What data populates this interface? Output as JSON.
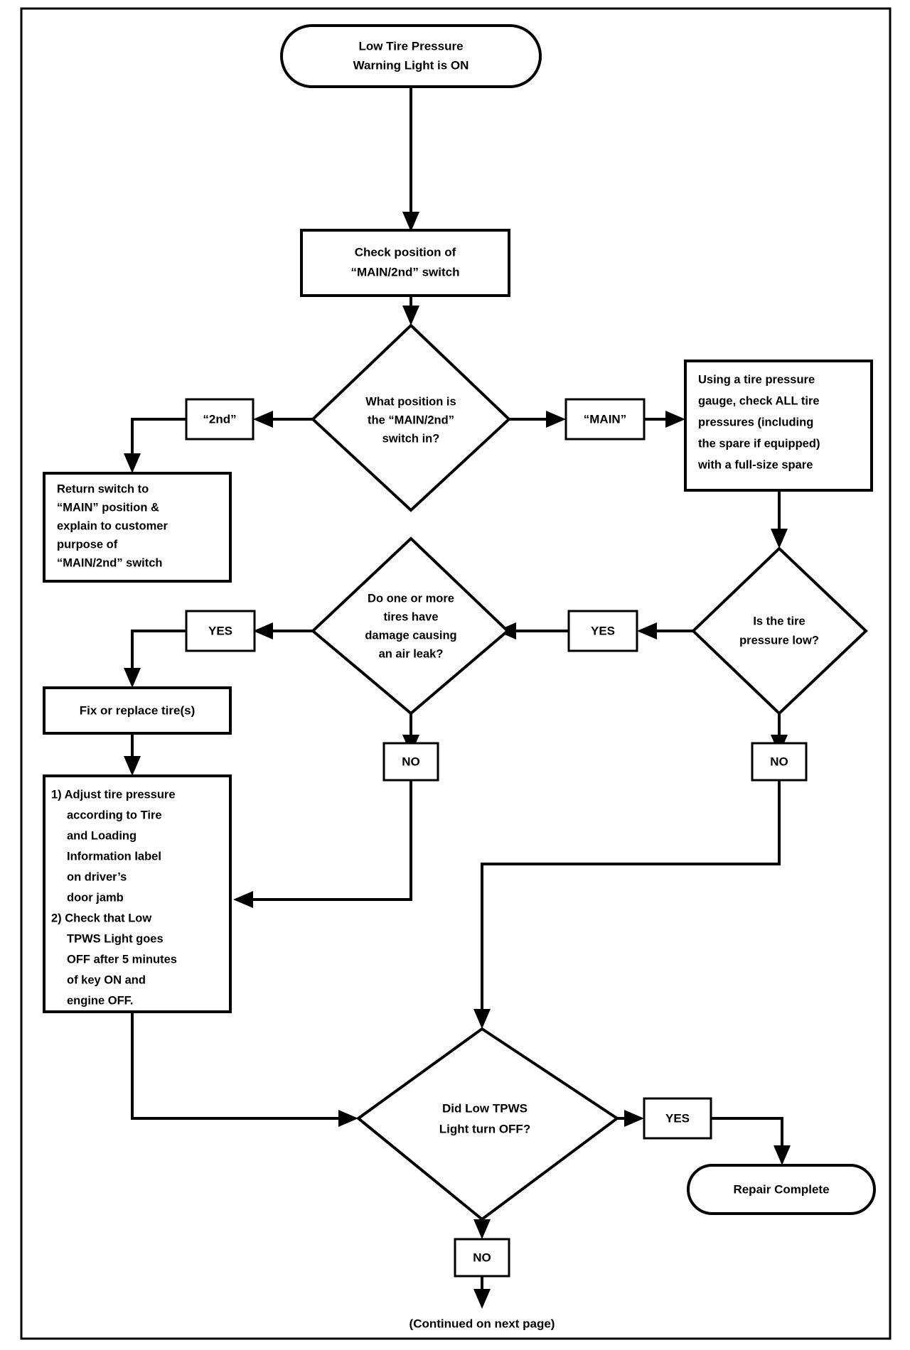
{
  "document": {
    "type": "flowchart",
    "title": "Low Tire Pressure Warning Light Diagnostic Flowchart",
    "border_color": "#000000",
    "background_color": "#ffffff",
    "line_color": "#000000"
  },
  "nodes": {
    "start": {
      "shape": "terminator",
      "line1": "Low Tire Pressure",
      "line2": "Warning Light is ON"
    },
    "check_switch": {
      "shape": "process",
      "line1": "Check position of",
      "line2": "“MAIN/2nd” switch"
    },
    "what_position": {
      "shape": "decision",
      "line1": "What position is",
      "line2": "the “MAIN/2nd”",
      "line3": "switch in?"
    },
    "label_2nd": {
      "shape": "label",
      "text": "“2nd”"
    },
    "label_main": {
      "shape": "label",
      "text": "“MAIN”"
    },
    "return_switch": {
      "shape": "process",
      "line1": "Return switch to",
      "line2": "“MAIN” position &",
      "line3": "explain to customer",
      "line4": "purpose of",
      "line5": "“MAIN/2nd” switch"
    },
    "check_pressures": {
      "shape": "process",
      "line1": "Using a tire pressure",
      "line2": "gauge, check ALL tire",
      "line3": "pressures (including",
      "line4": "the spare if equipped)",
      "line5": "with a full-size spare"
    },
    "pressure_low": {
      "shape": "decision",
      "line1": "Is the tire",
      "line2": "pressure low?"
    },
    "label_yes_pressure": {
      "shape": "label",
      "text": "YES"
    },
    "label_no_pressure": {
      "shape": "label",
      "text": "NO"
    },
    "tire_damage": {
      "shape": "decision",
      "line1": "Do one or more",
      "line2": "tires have",
      "line3": "damage causing",
      "line4": "an air leak?"
    },
    "label_yes_damage": {
      "shape": "label",
      "text": "YES"
    },
    "label_no_damage": {
      "shape": "label",
      "text": "NO"
    },
    "fix_tires": {
      "shape": "process",
      "line1": "Fix or replace tire(s)"
    },
    "adjust_steps": {
      "shape": "process",
      "lines": [
        "1) Adjust tire pressure",
        "according to Tire",
        "and Loading",
        "Information label",
        "on driver’s",
        "door jamb",
        "2) Check that Low",
        "TPWS Light goes",
        "OFF after 5 minutes",
        "of key ON and",
        "engine OFF."
      ]
    },
    "tpws_off": {
      "shape": "decision",
      "line1": "Did Low TPWS",
      "line2": "Light turn OFF?"
    },
    "label_yes_tpws": {
      "shape": "label",
      "text": "YES"
    },
    "label_no_tpws": {
      "shape": "label",
      "text": "NO"
    },
    "repair_complete": {
      "shape": "terminator",
      "text": "Repair Complete"
    },
    "continued": {
      "shape": "caption",
      "text": "(Continued on next page)"
    }
  }
}
